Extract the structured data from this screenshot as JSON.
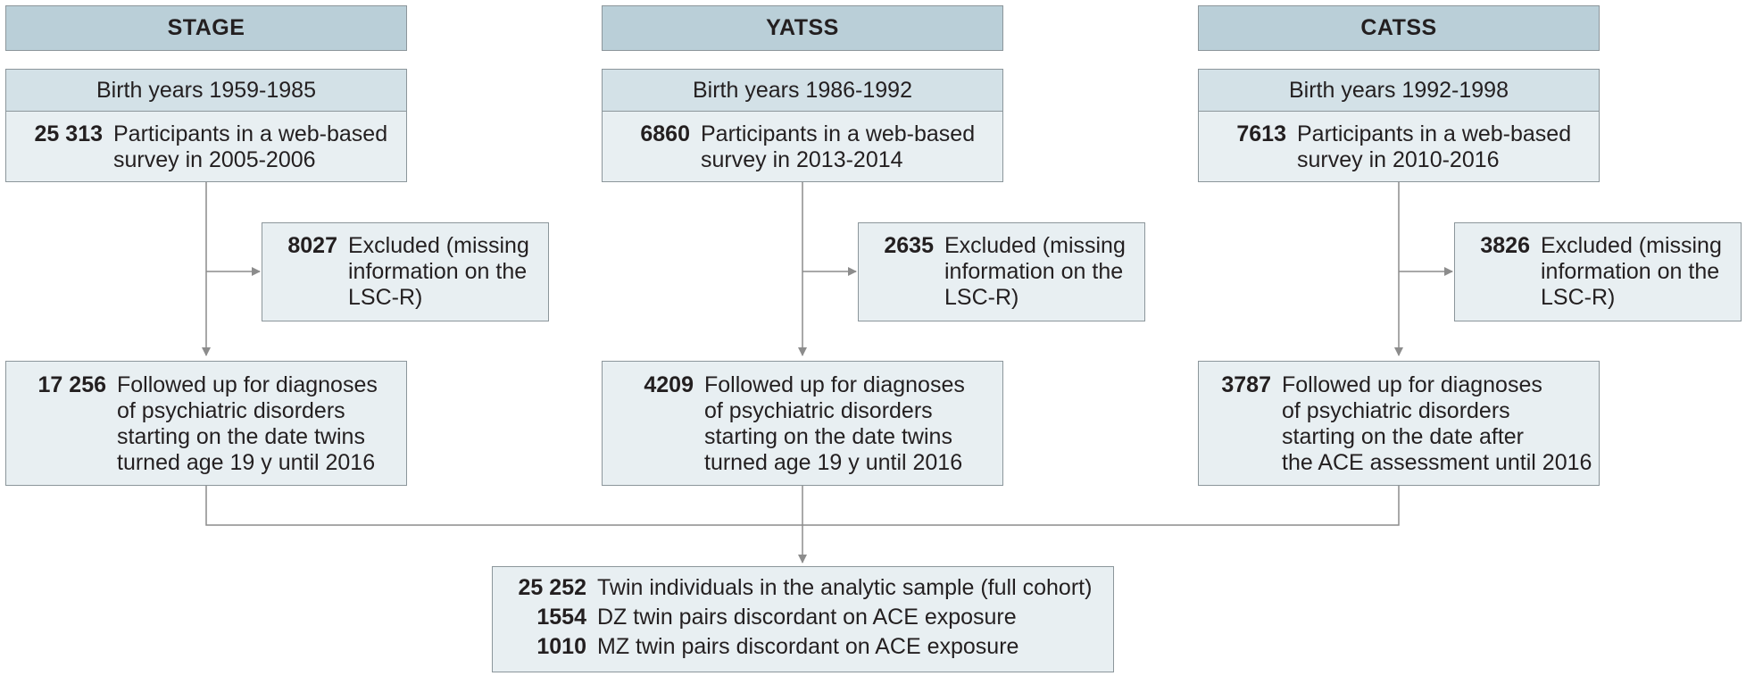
{
  "colors": {
    "header": "#bacfd8",
    "subheader": "#d3e1e7",
    "box": "#e8eff2",
    "border": "#8c969b",
    "line": "#8c8c8c"
  },
  "cohorts": [
    {
      "name": "STAGE",
      "birth_years": "Birth years 1959-1985",
      "participants": {
        "n": "25 313",
        "text": "Participants in a web-based\nsurvey in 2005-2006"
      },
      "excluded": {
        "n": "8027",
        "text": "Excluded (missing\ninformation on the\nLSC-R)"
      },
      "followed": {
        "n": "17 256",
        "text": "Followed up for diagnoses\nof psychiatric disorders\nstarting on the date twins\nturned age 19 y until 2016"
      }
    },
    {
      "name": "YATSS",
      "birth_years": "Birth years 1986-1992",
      "participants": {
        "n": "6860",
        "text": "Participants in a web-based\nsurvey in 2013-2014"
      },
      "excluded": {
        "n": "2635",
        "text": "Excluded (missing\ninformation on the\nLSC-R)"
      },
      "followed": {
        "n": "4209",
        "text": "Followed up for diagnoses\nof psychiatric disorders\nstarting on the date twins\nturned age 19 y until 2016"
      }
    },
    {
      "name": "CATSS",
      "birth_years": "Birth years 1992-1998",
      "participants": {
        "n": "7613",
        "text": "Participants in a web-based\nsurvey in 2010-2016"
      },
      "excluded": {
        "n": "3826",
        "text": "Excluded (missing\ninformation on the\nLSC-R)"
      },
      "followed": {
        "n": "3787",
        "text": "Followed up for diagnoses\nof psychiatric disorders\nstarting on the date after\nthe ACE assessment until 2016"
      }
    }
  ],
  "final": [
    {
      "n": "25 252",
      "text": "Twin individuals in the analytic sample (full cohort)"
    },
    {
      "n": "1554",
      "text": "DZ twin pairs discordant on ACE exposure"
    },
    {
      "n": "1010",
      "text": "MZ twin pairs discordant on ACE exposure"
    }
  ]
}
